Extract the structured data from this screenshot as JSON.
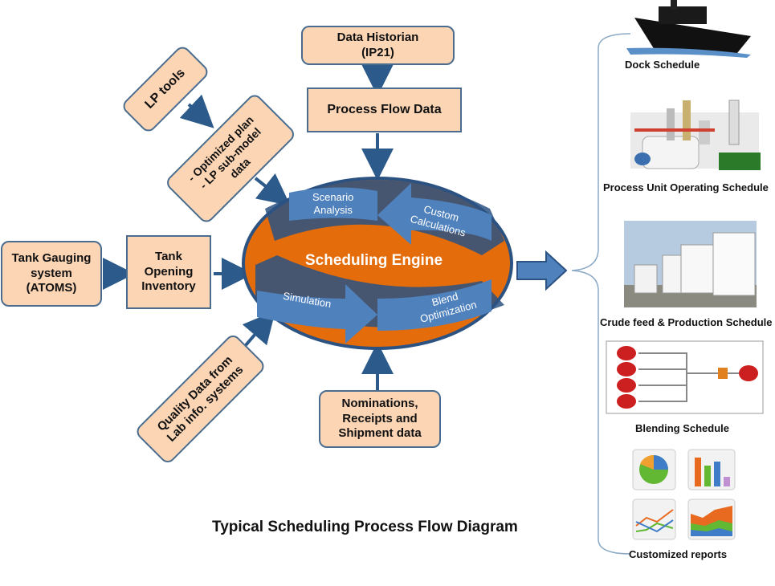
{
  "inputs": {
    "data_historian": "Data Historian\n(IP21)",
    "process_flow_data": "Process Flow Data",
    "lp_tools": "LP tools",
    "optimized_plan": "- Optimized plan\n- LP sub-model\ndata",
    "tank_gauging": "Tank Gauging\nsystem\n(ATOMS)",
    "tank_opening": "Tank\nOpening\nInventory",
    "quality_data": "Quality Data from\nLab info. systems",
    "nominations": "Nominations,\nReceipts and\nShipment data"
  },
  "engine": {
    "title": "Scheduling Engine",
    "scenario": "Scenario\nAnalysis",
    "custom": "Custom\nCalculations",
    "simulation": "Simulation",
    "blend": "Blend\nOptimization"
  },
  "outputs": {
    "dock": "Dock Schedule",
    "process_unit": "Process Unit Operating Schedule",
    "crude_feed": "Crude feed & Production Schedule",
    "blending": "Blending Schedule",
    "customized": "Customized reports"
  },
  "footer": "Typical Scheduling Process Flow Diagram",
  "colors": {
    "box_fill": "#fcd5b5",
    "box_border": "#4a6d8f",
    "arrow": "#4f81bd",
    "engine_fill": "#e46c0a",
    "engine_ring": "#2c5282"
  },
  "icons": [
    "ship-icon",
    "refinery-icon",
    "storage-tanks-icon",
    "blending-network-icon",
    "pie-chart-icon",
    "bar-chart-icon",
    "line-chart-icon",
    "area-chart-icon"
  ]
}
